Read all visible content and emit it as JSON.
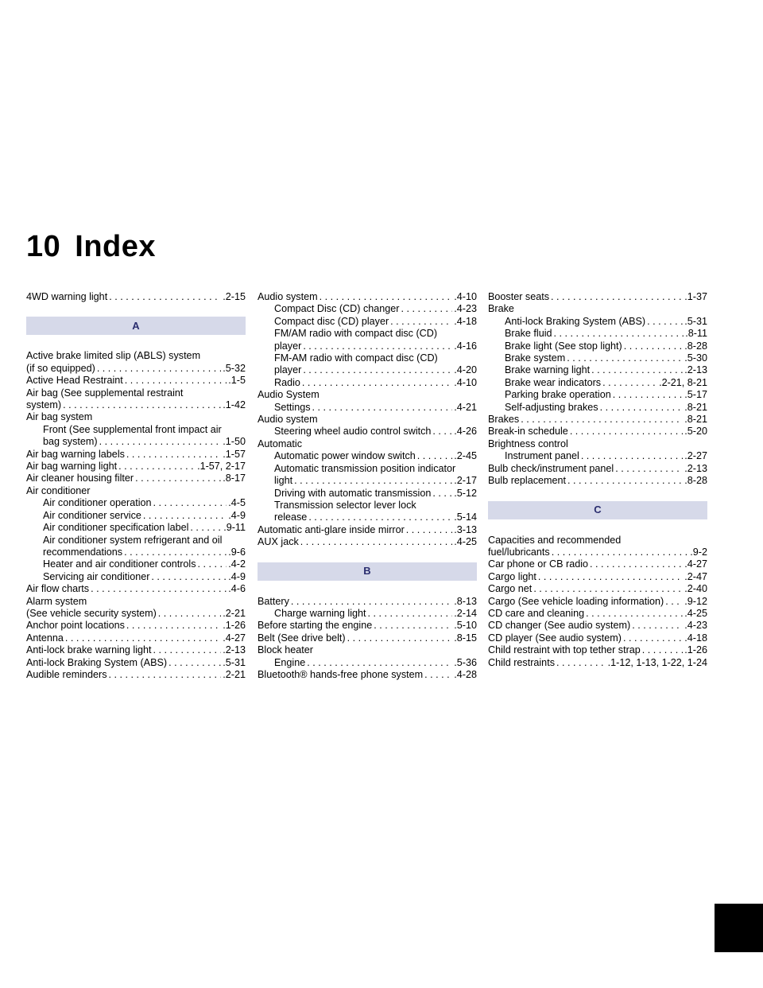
{
  "page": {
    "chapter_number": "10",
    "chapter_title": "Index"
  },
  "col1": {
    "top": [
      {
        "t": "4WD warning light",
        "p": ".2-15"
      }
    ],
    "letter_a": "A",
    "a": [
      {
        "t": "Active brake limited slip (ABLS) system"
      },
      {
        "t": "(if so equipped)",
        "p": ".5-32"
      },
      {
        "t": "Active Head Restraint",
        "p": ".1-5"
      },
      {
        "t": "Air bag (See supplemental restraint"
      },
      {
        "t": "system)",
        "p": ".1-42"
      },
      {
        "t": "Air bag system"
      },
      {
        "t": "Front (See supplemental front impact air",
        "i": true
      },
      {
        "t": "bag system)",
        "p": ".1-50",
        "i": true
      },
      {
        "t": "Air bag warning labels",
        "p": ".1-57"
      },
      {
        "t": "Air bag warning light",
        "p": ".1-57, 2-17"
      },
      {
        "t": "Air cleaner housing filter",
        "p": ".8-17"
      },
      {
        "t": "Air conditioner"
      },
      {
        "t": "Air conditioner operation",
        "p": ".4-5",
        "i": true
      },
      {
        "t": "Air conditioner service",
        "p": ".4-9",
        "i": true
      },
      {
        "t": "Air conditioner specification label",
        "p": ".9-11",
        "i": true
      },
      {
        "t": "Air conditioner system refrigerant and oil",
        "i": true
      },
      {
        "t": "recommendations",
        "p": ".9-6",
        "i": true
      },
      {
        "t": "Heater and air conditioner controls",
        "p": ".4-2",
        "i": true
      },
      {
        "t": "Servicing air conditioner",
        "p": ".4-9",
        "i": true
      },
      {
        "t": "Air flow charts",
        "p": ".4-6"
      },
      {
        "t": "Alarm system"
      },
      {
        "t": "(See vehicle security system)",
        "p": ".2-21"
      },
      {
        "t": "Anchor point locations",
        "p": ".1-26"
      },
      {
        "t": "Antenna",
        "p": ".4-27"
      },
      {
        "t": "Anti-lock brake warning light",
        "p": ".2-13"
      },
      {
        "t": "Anti-lock Braking System (ABS)",
        "p": ".5-31"
      },
      {
        "t": "Audible reminders",
        "p": ".2-21"
      }
    ]
  },
  "col2": {
    "a": [
      {
        "t": "Audio system",
        "p": ".4-10"
      },
      {
        "t": "Compact Disc (CD) changer",
        "p": ".4-23",
        "i": true
      },
      {
        "t": "Compact disc (CD) player",
        "p": ".4-18",
        "i": true
      },
      {
        "t": "FM/AM radio with compact disc (CD)",
        "i": true
      },
      {
        "t": "player",
        "p": ".4-16",
        "i": true
      },
      {
        "t": "FM-AM radio with compact disc (CD)",
        "i": true
      },
      {
        "t": "player",
        "p": ".4-20",
        "i": true
      },
      {
        "t": "Radio",
        "p": ".4-10",
        "i": true
      },
      {
        "t": "Audio System"
      },
      {
        "t": "Settings",
        "p": ".4-21",
        "i": true
      },
      {
        "t": "Audio system"
      },
      {
        "t": "Steering wheel audio control switch",
        "p": ".4-26",
        "i": true
      },
      {
        "t": "Automatic"
      },
      {
        "t": "Automatic power window switch",
        "p": ".2-45",
        "i": true
      },
      {
        "t": "Automatic transmission position indicator",
        "i": true
      },
      {
        "t": "light",
        "p": ".2-17",
        "i": true
      },
      {
        "t": "Driving with automatic transmission",
        "p": ".5-12",
        "i": true
      },
      {
        "t": "Transmission selector lever lock",
        "i": true
      },
      {
        "t": "release",
        "p": ".5-14",
        "i": true
      },
      {
        "t": "Automatic anti-glare inside mirror",
        "p": ".3-13"
      },
      {
        "t": "AUX jack",
        "p": ".4-25"
      }
    ],
    "letter_b": "B",
    "b": [
      {
        "t": "Battery",
        "p": ".8-13"
      },
      {
        "t": "Charge warning light",
        "p": ".2-14",
        "i": true
      },
      {
        "t": "Before starting the engine",
        "p": ".5-10"
      },
      {
        "t": "Belt (See drive belt)",
        "p": ".8-15"
      },
      {
        "t": "Block heater"
      },
      {
        "t": "Engine",
        "p": ".5-36",
        "i": true
      },
      {
        "t": "Bluetooth® hands-free phone system",
        "p": ".4-28"
      }
    ]
  },
  "col3": {
    "b": [
      {
        "t": "Booster seats",
        "p": ".1-37"
      },
      {
        "t": "Brake"
      },
      {
        "t": "Anti-lock Braking System (ABS)",
        "p": ".5-31",
        "i": true
      },
      {
        "t": "Brake fluid",
        "p": ".8-11",
        "i": true
      },
      {
        "t": "Brake light (See stop light)",
        "p": ".8-28",
        "i": true
      },
      {
        "t": "Brake system",
        "p": ".5-30",
        "i": true
      },
      {
        "t": "Brake warning light",
        "p": ".2-13",
        "i": true
      },
      {
        "t": "Brake wear indicators",
        "p": ".2-21, 8-21",
        "i": true
      },
      {
        "t": "Parking brake operation",
        "p": ".5-17",
        "i": true
      },
      {
        "t": "Self-adjusting brakes",
        "p": ".8-21",
        "i": true
      },
      {
        "t": "Brakes",
        "p": ".8-21"
      },
      {
        "t": "Break-in schedule",
        "p": ".5-20"
      },
      {
        "t": "Brightness control"
      },
      {
        "t": "Instrument panel",
        "p": ".2-27",
        "i": true
      },
      {
        "t": "Bulb check/instrument panel",
        "p": ".2-13"
      },
      {
        "t": "Bulb replacement",
        "p": ".8-28"
      }
    ],
    "letter_c": "C",
    "c": [
      {
        "t": "Capacities and recommended"
      },
      {
        "t": "fuel/lubricants",
        "p": ".9-2"
      },
      {
        "t": "Car phone or CB radio",
        "p": ".4-27"
      },
      {
        "t": "Cargo light",
        "p": ".2-47"
      },
      {
        "t": "Cargo net",
        "p": ".2-40"
      },
      {
        "t": "Cargo (See vehicle loading information)",
        "p": ".9-12"
      },
      {
        "t": "CD care and cleaning",
        "p": ".4-25"
      },
      {
        "t": "CD changer (See audio system)",
        "p": ".4-23"
      },
      {
        "t": "CD player (See audio system)",
        "p": ".4-18"
      },
      {
        "t": "Child restraint with top tether strap",
        "p": ".1-26"
      },
      {
        "t": "Child restraints",
        "p": ".1-12, 1-13, 1-22, 1-24"
      }
    ]
  },
  "colors": {
    "band_bg": "#d6d9e9",
    "band_text": "#2a2d6e",
    "tab": "#000000"
  }
}
